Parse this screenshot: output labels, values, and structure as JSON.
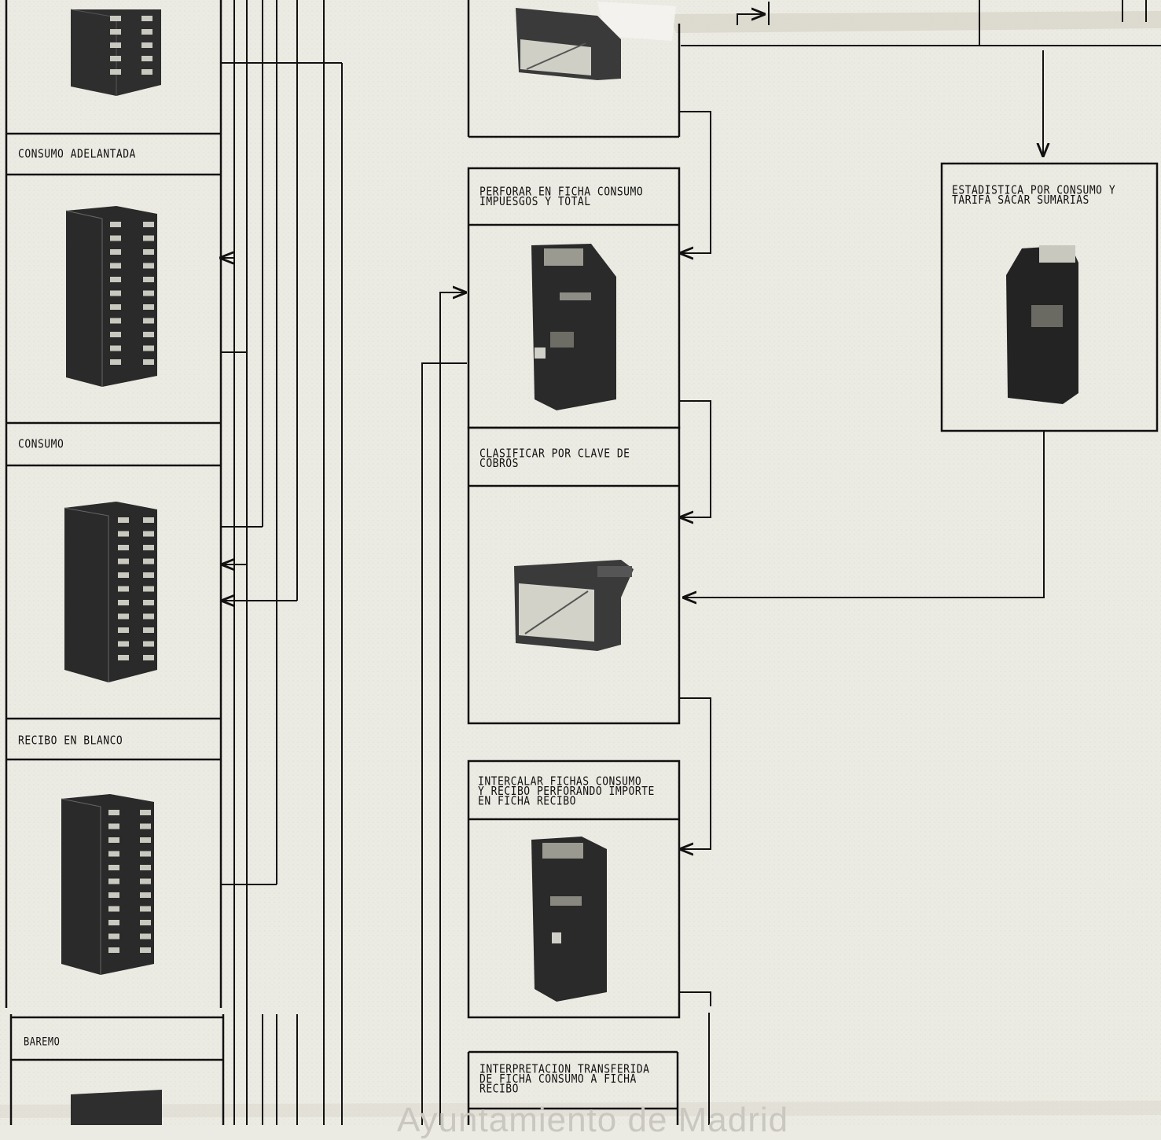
{
  "labels": {
    "consumo_adelantada": "CONSUMO ADELANTADA",
    "consumo": "CONSUMO",
    "recibo_en_blanco": "RECIBO EN BLANCO",
    "baremo": "BAREMO",
    "perforar": "PERFORAR EN FICHA CONSUMO\nIMPUESGOS Y TOTAL",
    "clasificar": "CLASIFICAR POR CLAVE DE\nCOBROS",
    "intercalar": "INTERCALAR FICHAS CONSUMO\nY RECIBO PERFORANDO IMPORTE\nEN FICHA RECIBO",
    "interpretacion": "INTERPRETACION TRANSFERIDA\nDE FICHA CONSUMO A FICHA\nRECIBO",
    "estadistica": "ESTADISTICA POR CONSUMO Y\nTARIFA SACAR SUMARIAS"
  },
  "watermark": "Ayuntamiento de Madrid",
  "colors": {
    "paper": "#ecebe3",
    "ink": "#111111",
    "machine": "#2b2b2b"
  }
}
